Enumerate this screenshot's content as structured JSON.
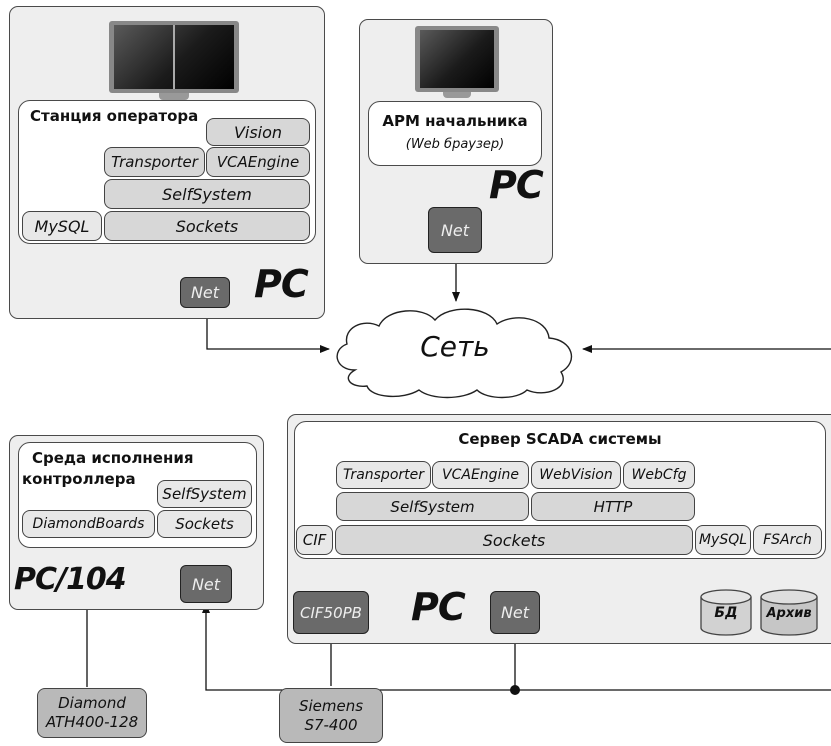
{
  "operator_station": {
    "title": "Станция оператора",
    "pc_label": "PC",
    "modules": {
      "vision": "Vision",
      "transporter": "Transporter",
      "vcaengine": "VCAEngine",
      "selfsystem": "SelfSystem",
      "mysql": "MySQL",
      "sockets": "Sockets",
      "net": "Net"
    }
  },
  "chief_workstation": {
    "title": "АРМ начальника",
    "subtitle": "(Web браузер)",
    "pc_label": "PC",
    "net": "Net"
  },
  "network": {
    "label": "Сеть"
  },
  "controller": {
    "title_line1": "Среда исполнения",
    "title_line2": "контроллера",
    "pc_label": "PC/104",
    "modules": {
      "selfsystem": "SelfSystem",
      "diamondboards": "DiamondBoards",
      "sockets": "Sockets",
      "net": "Net"
    },
    "hardware_line1": "Diamond",
    "hardware_line2": "ATH400-128"
  },
  "scada_server": {
    "title": "Сервер SCADA системы",
    "pc_label": "PC",
    "modules": {
      "transporter": "Transporter",
      "vcaengine": "VCAEngine",
      "webvision": "WebVision",
      "webcfg": "WebCfg",
      "selfsystem": "SelfSystem",
      "http": "HTTP",
      "cif": "CIF",
      "sockets": "Sockets",
      "mysql": "MySQL",
      "fsarch": "FSArch",
      "net": "Net",
      "cif50pb": "CIF50PB"
    },
    "db_label": "БД",
    "archive_label": "Архив",
    "plc_line1": "Siemens",
    "plc_line2": "S7-400"
  }
}
